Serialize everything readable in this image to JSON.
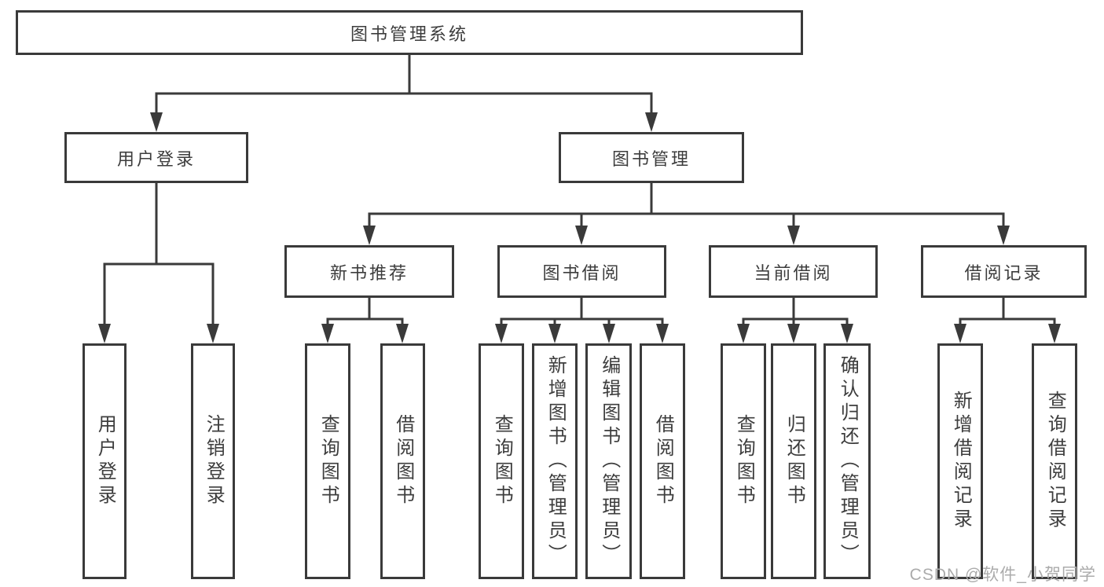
{
  "diagram": {
    "type": "hierarchy-tree",
    "root": {
      "label": "图书管理系统",
      "children": [
        {
          "label": "用户登录",
          "children": [
            {
              "label": "用户登录"
            },
            {
              "label": "注销登录"
            }
          ]
        },
        {
          "label": "图书管理",
          "children": [
            {
              "label": "新书推荐",
              "children": [
                {
                  "label": "查询图书"
                },
                {
                  "label": "借阅图书"
                }
              ]
            },
            {
              "label": "图书借阅",
              "children": [
                {
                  "label": "查询图书"
                },
                {
                  "label": "新增图书（管理员）"
                },
                {
                  "label": "编辑图书（管理员）"
                },
                {
                  "label": "借阅图书"
                }
              ]
            },
            {
              "label": "当前借阅",
              "children": [
                {
                  "label": "查询图书"
                },
                {
                  "label": "归还图书"
                },
                {
                  "label": "确认归还（管理员）"
                }
              ]
            },
            {
              "label": "借阅记录",
              "children": [
                {
                  "label": "新增借阅记录"
                },
                {
                  "label": "查询借阅记录"
                }
              ]
            }
          ]
        }
      ]
    }
  },
  "watermark": {
    "text": "CSDN @软件_小贺同学"
  },
  "colors": {
    "line": "#3a3a3a",
    "box_border": "#3a3a3a",
    "text": "#3d3d3d",
    "watermark": "#ababab",
    "background": "#ffffff"
  }
}
